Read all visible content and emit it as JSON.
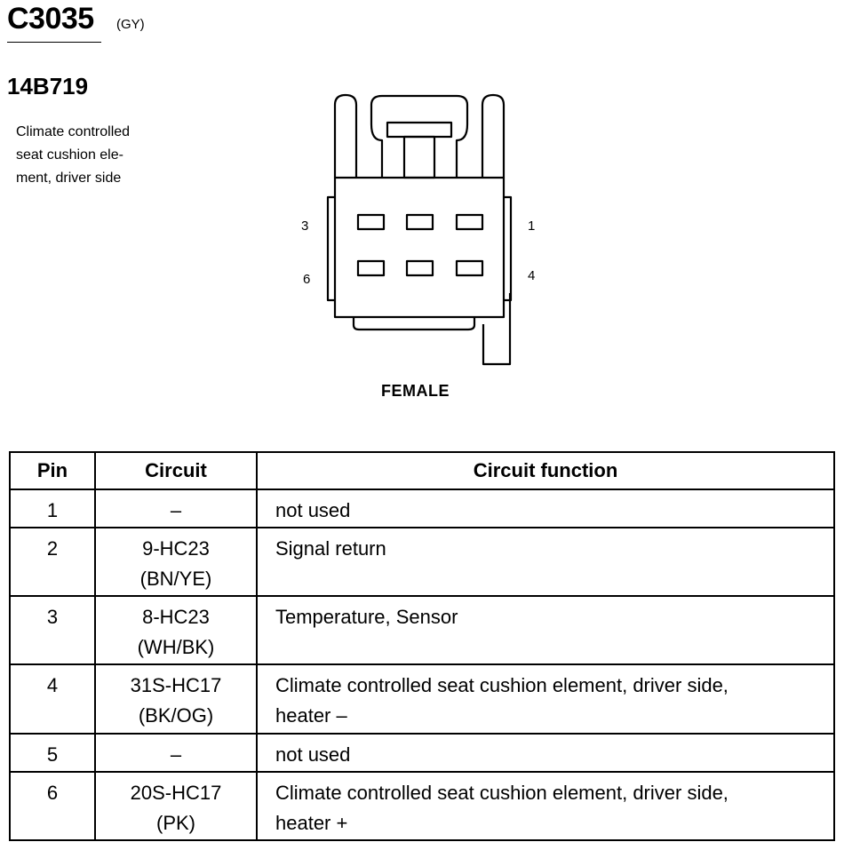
{
  "header": {
    "connector_id": "C3035",
    "color_code": "(GY)",
    "part_number": "14B719",
    "description_lines": [
      "Climate controlled",
      "seat cushion ele-",
      "ment, driver side"
    ]
  },
  "diagram": {
    "pin_labels": {
      "top_left": "3",
      "top_right": "1",
      "bottom_left": "6",
      "bottom_right": "4"
    },
    "gender": "FEMALE"
  },
  "table": {
    "headers": [
      "Pin",
      "Circuit",
      "Circuit function"
    ],
    "rows": [
      {
        "pin": "1",
        "circuit": [
          "–"
        ],
        "function": [
          "not used"
        ]
      },
      {
        "pin": "2",
        "circuit": [
          "9-HC23",
          "(BN/YE)"
        ],
        "function": [
          "Signal return"
        ]
      },
      {
        "pin": "3",
        "circuit": [
          "8-HC23",
          "(WH/BK)"
        ],
        "function": [
          "Temperature, Sensor"
        ]
      },
      {
        "pin": "4",
        "circuit": [
          "31S-HC17",
          "(BK/OG)"
        ],
        "function": [
          "Climate controlled seat cushion element, driver side,",
          "heater –"
        ]
      },
      {
        "pin": "5",
        "circuit": [
          "–"
        ],
        "function": [
          "not used"
        ]
      },
      {
        "pin": "6",
        "circuit": [
          "20S-HC17",
          "(PK)"
        ],
        "function": [
          "Climate controlled seat cushion element, driver side,",
          "heater +"
        ]
      }
    ]
  }
}
